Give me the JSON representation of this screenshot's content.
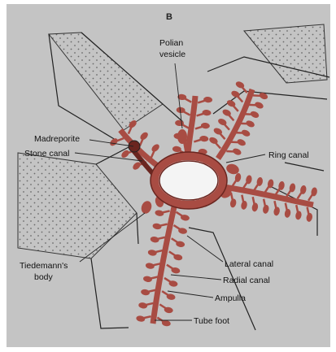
{
  "figure": {
    "panel_label": "B",
    "labels": {
      "polian_vesicle_1": "Polian",
      "polian_vesicle_2": "vesicle",
      "madreporite": "Madreporite",
      "stone_canal": "Stone canal",
      "ring_canal": "Ring canal",
      "tiedemanns_body_1": "Tiedemann's",
      "tiedemanns_body_2": "body",
      "lateral_canal": "Lateral canal",
      "radial_canal": "Radial canal",
      "ampulla": "Ampulla",
      "tube_foot": "Tube foot"
    },
    "colors": {
      "background": "#c4c4c4",
      "canal": "#a84c43",
      "canal_dark": "#6a2620",
      "ring_inner": "#f4f4f4",
      "arm_fill": "#d2d2d2",
      "line": "#222222"
    }
  }
}
